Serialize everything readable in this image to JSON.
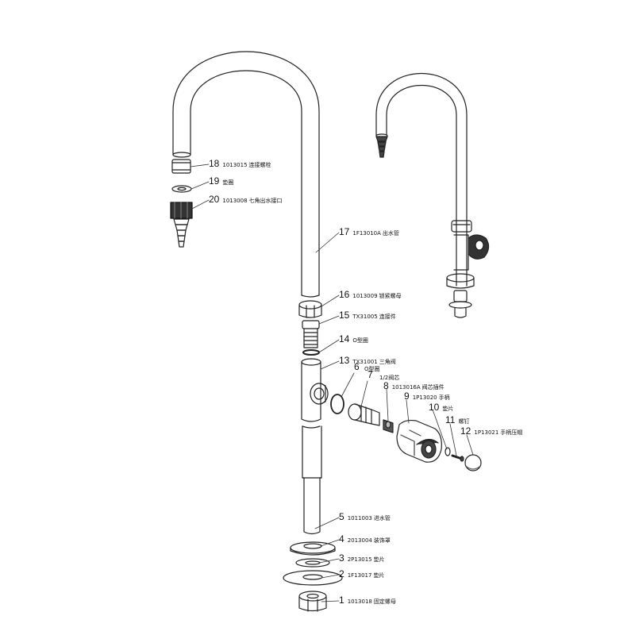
{
  "parts": [
    {
      "id": "p1",
      "num": "1",
      "code": "1013018",
      "name": "固定螺母"
    },
    {
      "id": "p2",
      "num": "2",
      "code": "1F13017",
      "name": "垫片"
    },
    {
      "id": "p3",
      "num": "3",
      "code": "2P13015",
      "name": "垫片"
    },
    {
      "id": "p4",
      "num": "4",
      "code": "2013004",
      "name": "装饰罩"
    },
    {
      "id": "p5",
      "num": "5",
      "code": "1011003",
      "name": "进水管"
    },
    {
      "id": "p6",
      "num": "6",
      "code": "",
      "name": "O型圈"
    },
    {
      "id": "p7",
      "num": "7",
      "code": "",
      "name": "1/2阀芯"
    },
    {
      "id": "p8",
      "num": "8",
      "code": "1013016A",
      "name": "阀芯插件"
    },
    {
      "id": "p9",
      "num": "9",
      "code": "1P13020",
      "name": "手柄"
    },
    {
      "id": "p10",
      "num": "10",
      "code": "",
      "name": "垫片"
    },
    {
      "id": "p11",
      "num": "11",
      "code": "",
      "name": "螺钉"
    },
    {
      "id": "p12",
      "num": "12",
      "code": "1P13021",
      "name": "手柄压帽"
    },
    {
      "id": "p13",
      "num": "13",
      "code": "TX31001",
      "name": "三角阀"
    },
    {
      "id": "p14",
      "num": "14",
      "code": "",
      "name": "O型圈"
    },
    {
      "id": "p15",
      "num": "15",
      "code": "TX31005",
      "name": "连接件"
    },
    {
      "id": "p16",
      "num": "16",
      "code": "1013009",
      "name": "锁紧螺母"
    },
    {
      "id": "p17",
      "num": "17",
      "code": "1F13010A",
      "name": "出水管"
    },
    {
      "id": "p18",
      "num": "18",
      "code": "1013015",
      "name": "连接螺栓"
    },
    {
      "id": "p19",
      "num": "19",
      "code": "",
      "name": "垫圈"
    },
    {
      "id": "p20",
      "num": "20",
      "code": "1013008",
      "name": "七角出水接口"
    }
  ]
}
